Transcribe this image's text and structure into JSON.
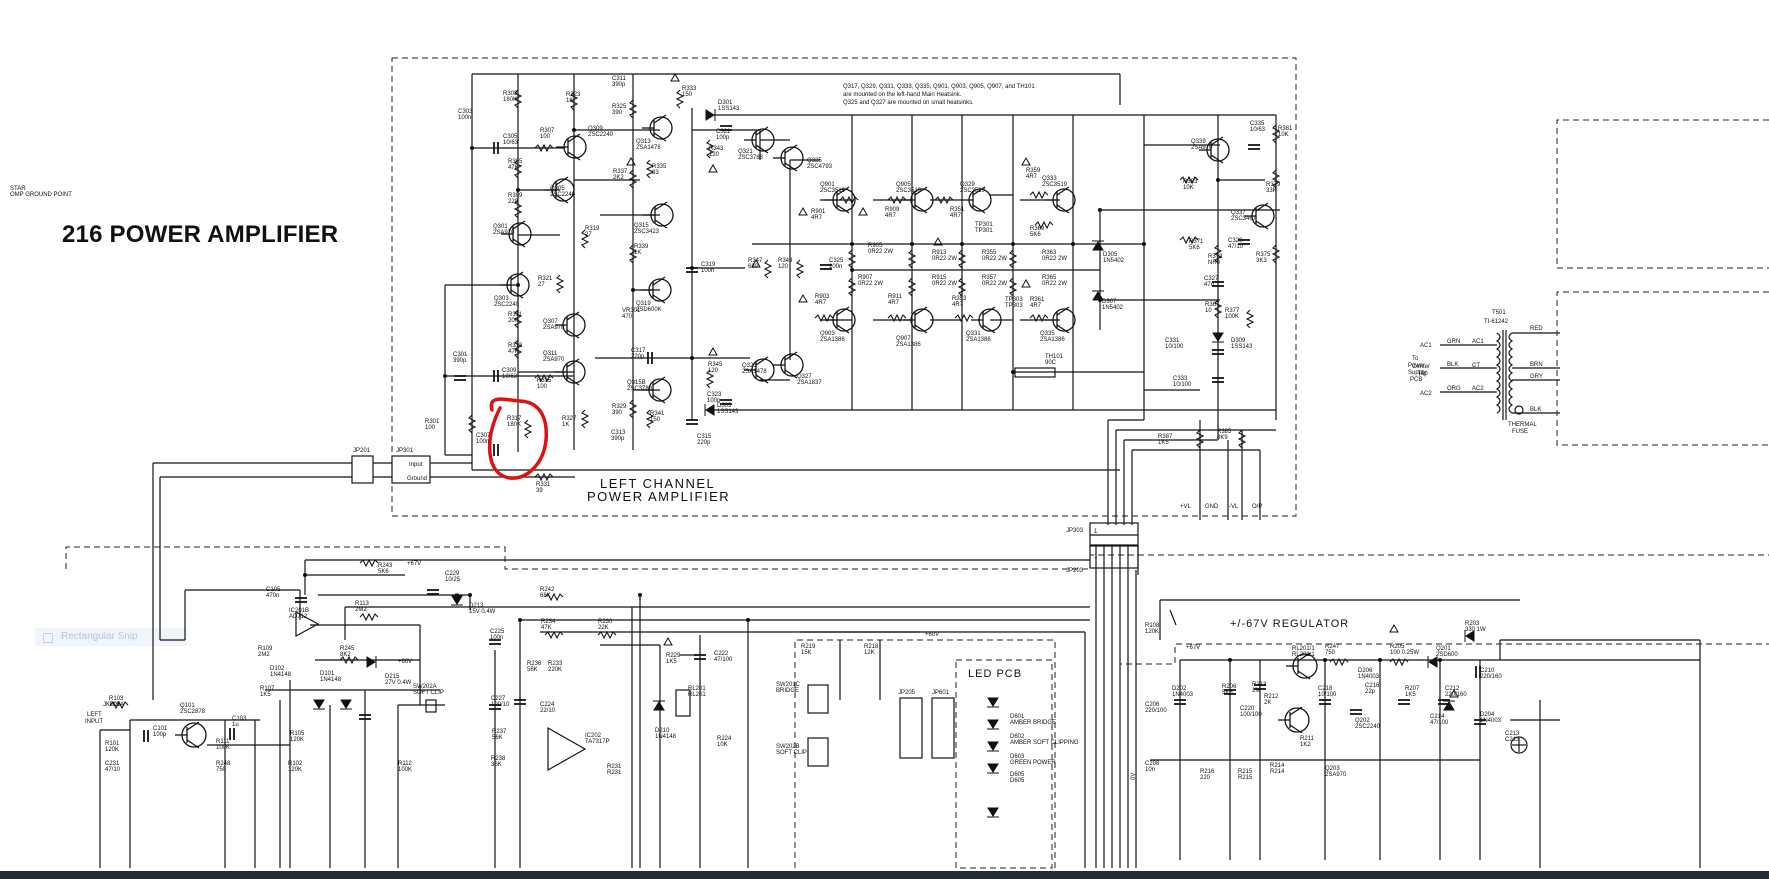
{
  "title": "216 POWER AMPLIFIER",
  "notes": {
    "line1": "Q317, Q329, Q331, Q333, Q335, Q901, Q903, Q905, Q907, and TH101",
    "line2": "are mounted on the left-hand Main Heatsink.",
    "line3": "Q325 and Q327 are mounted on small heatsinks."
  },
  "blocks": {
    "left_channel_1": "LEFT CHANNEL",
    "left_channel_2": "POWER AMPLIFIER",
    "regulator": "+/-67V REGULATOR",
    "led_pcb": "LED PCB"
  },
  "connectors": {
    "jp201": "JP201",
    "jp301": "JP301",
    "jp303": "JP303",
    "jp203": "JP203",
    "jp205": "JP205",
    "jp601": "JP601",
    "input": "Input",
    "ground": "Ground",
    "vl_pos": "+VL",
    "gnd": "GND",
    "vl_neg": "-VL",
    "op": "O/P",
    "left_input_1": "LEFT",
    "left_input_2": "INPUT",
    "jk201a": "JK201A",
    "pin1a": "1",
    "pin1b": "1"
  },
  "psu": {
    "to1": "To",
    "to2": "Power",
    "to3": "Supply",
    "to4": "PCB",
    "ac1": "AC1",
    "ac2": "AC2",
    "center1": "Center",
    "center2": "Tap",
    "ct": "CT",
    "grn": "GRN",
    "blk": "BLK",
    "org": "ORG",
    "red": "RED",
    "brn": "BRN",
    "gry": "GRY",
    "blk2": "BLK",
    "t501": "T501",
    "t501v": "TI-61242",
    "thermal1": "THERMAL",
    "thermal2": "FUSE"
  },
  "supply": {
    "p67": "+67V",
    "p60": "+60V",
    "p60b": "+60V",
    "p67b": "+67V",
    "ov": "0V"
  },
  "parts": [
    {
      "ref": "R303",
      "val": "180K"
    },
    {
      "ref": "R323",
      "val": "1K"
    },
    {
      "ref": "C311",
      "val": "390p"
    },
    {
      "ref": "R333",
      "val": "150"
    },
    {
      "ref": "R325",
      "val": "390"
    },
    {
      "ref": "C303",
      "val": "100n"
    },
    {
      "ref": "C305",
      "val": "10/63"
    },
    {
      "ref": "R307",
      "val": "100"
    },
    {
      "ref": "Q309",
      "val": "2SC2240"
    },
    {
      "ref": "Q313",
      "val": "2SA1478"
    },
    {
      "ref": "R305",
      "val": "47K"
    },
    {
      "ref": "Q305",
      "val": "2SC2240"
    },
    {
      "ref": "R309",
      "val": "220"
    },
    {
      "ref": "Q301",
      "val": "2SA970"
    },
    {
      "ref": "R319",
      "val": "27"
    },
    {
      "ref": "R335",
      "val": "33"
    },
    {
      "ref": "R337",
      "val": "2K2"
    },
    {
      "ref": "Q315",
      "val": "2SC3423"
    },
    {
      "ref": "R339",
      "val": "1K"
    },
    {
      "ref": "Q303",
      "val": "2SC2240"
    },
    {
      "ref": "R321",
      "val": "27"
    },
    {
      "ref": "Q319",
      "val": "2SD600K"
    },
    {
      "ref": "VR301",
      "val": "470"
    },
    {
      "ref": "R311",
      "val": "200"
    },
    {
      "ref": "Q307",
      "val": "2SA970"
    },
    {
      "ref": "R313",
      "val": "47K"
    },
    {
      "ref": "Q311",
      "val": "2SA970"
    },
    {
      "ref": "C317",
      "val": "220p"
    },
    {
      "ref": "C309",
      "val": "10/63"
    },
    {
      "ref": "R315",
      "val": "100"
    },
    {
      "ref": "Q315B",
      "val": "2SC3788"
    },
    {
      "ref": "C301",
      "val": "390p"
    },
    {
      "ref": "R329",
      "val": "390"
    },
    {
      "ref": "R301",
      "val": "100"
    },
    {
      "ref": "R317",
      "val": "180K"
    },
    {
      "ref": "R327",
      "val": "1K"
    },
    {
      "ref": "R341",
      "val": "150"
    },
    {
      "ref": "C313",
      "val": "390p"
    },
    {
      "ref": "C307",
      "val": "100n"
    },
    {
      "ref": "R331",
      "val": "39"
    },
    {
      "ref": "D301",
      "val": "1SS143"
    },
    {
      "ref": "C321",
      "val": "100p"
    },
    {
      "ref": "R343",
      "val": "120"
    },
    {
      "ref": "Q321",
      "val": "2SC3788"
    },
    {
      "ref": "Q325",
      "val": "2SC4793"
    },
    {
      "ref": "C319",
      "val": "100n"
    },
    {
      "ref": "R345",
      "val": "120"
    },
    {
      "ref": "C323",
      "val": "100p"
    },
    {
      "ref": "D303",
      "val": "1SS143"
    },
    {
      "ref": "C315",
      "val": "220p"
    },
    {
      "ref": "Q323",
      "val": "2SA1478"
    },
    {
      "ref": "Q327",
      "val": "2SA1837"
    },
    {
      "ref": "R347",
      "val": "680"
    },
    {
      "ref": "R349",
      "val": "120"
    },
    {
      "ref": "C325",
      "val": "100n"
    },
    {
      "ref": "Q901",
      "val": "2SC3519"
    },
    {
      "ref": "Q905",
      "val": "2SC3519"
    },
    {
      "ref": "Q329",
      "val": "2SC3519"
    },
    {
      "ref": "Q333",
      "val": "2SC3519"
    },
    {
      "ref": "R359",
      "val": "4R7"
    },
    {
      "ref": "R901",
      "val": "4R7"
    },
    {
      "ref": "R909",
      "val": "4R7"
    },
    {
      "ref": "R351",
      "val": "4R7"
    },
    {
      "ref": "TP301",
      "val": "TP301"
    },
    {
      "ref": "R905",
      "val": "0R22 2W"
    },
    {
      "ref": "R913",
      "val": "0R22 2W"
    },
    {
      "ref": "R355",
      "val": "0R22 2W"
    },
    {
      "ref": "R363",
      "val": "0R22 2W"
    },
    {
      "ref": "R369",
      "val": "5K6"
    },
    {
      "ref": "D305",
      "val": "1N5402"
    },
    {
      "ref": "R907",
      "val": "0R22 2W"
    },
    {
      "ref": "R915",
      "val": "0R22 2W"
    },
    {
      "ref": "R357",
      "val": "0R22 2W"
    },
    {
      "ref": "R365",
      "val": "0R22 2W"
    },
    {
      "ref": "D307",
      "val": "1N5402"
    },
    {
      "ref": "R903",
      "val": "4R7"
    },
    {
      "ref": "R911",
      "val": "4R7"
    },
    {
      "ref": "R353",
      "val": "4R7"
    },
    {
      "ref": "TP303",
      "val": "TP303"
    },
    {
      "ref": "R361",
      "val": "4R7"
    },
    {
      "ref": "Q903",
      "val": "2SA1386"
    },
    {
      "ref": "Q907",
      "val": "2SA1386"
    },
    {
      "ref": "Q331",
      "val": "2SA1386"
    },
    {
      "ref": "Q335",
      "val": "2SA1386"
    },
    {
      "ref": "TH101",
      "val": "90C"
    },
    {
      "ref": "C335",
      "val": "10/63"
    },
    {
      "ref": "R381",
      "val": "10K"
    },
    {
      "ref": "Q339",
      "val": "2SA970"
    },
    {
      "ref": "R383",
      "val": "10K"
    },
    {
      "ref": "R379",
      "val": "33K"
    },
    {
      "ref": "Q337",
      "val": "2SC3467"
    },
    {
      "ref": "R371",
      "val": "5K6"
    },
    {
      "ref": "R373",
      "val": "NR0"
    },
    {
      "ref": "C329",
      "val": "47/10"
    },
    {
      "ref": "R375",
      "val": "3K3"
    },
    {
      "ref": "C327",
      "val": "47n"
    },
    {
      "ref": "R367",
      "val": "10"
    },
    {
      "ref": "R377",
      "val": "100K"
    },
    {
      "ref": "D309",
      "val": "1SS143"
    },
    {
      "ref": "C331",
      "val": "10/100"
    },
    {
      "ref": "C333",
      "val": "10/100"
    },
    {
      "ref": "R387",
      "val": "1K5"
    },
    {
      "ref": "R385",
      "val": "3K9"
    },
    {
      "ref": "R243",
      "val": "5K6"
    },
    {
      "ref": "C229",
      "val": "10/25"
    },
    {
      "ref": "D213",
      "val": "15V 0.4W"
    },
    {
      "ref": "C105",
      "val": "470n"
    },
    {
      "ref": "R113",
      "val": "2M2"
    },
    {
      "ref": "R242",
      "val": "68K"
    },
    {
      "ref": "R234",
      "val": "47K"
    },
    {
      "ref": "R230",
      "val": "22K"
    },
    {
      "ref": "IC201B",
      "val": "AD712"
    },
    {
      "ref": "R245",
      "val": "8K2"
    },
    {
      "ref": "D215",
      "val": "27V 0.4W"
    },
    {
      "ref": "R109",
      "val": "2M2"
    },
    {
      "ref": "D102",
      "val": "1N4148"
    },
    {
      "ref": "D101",
      "val": "1N4148"
    },
    {
      "ref": "SW202A",
      "val": "SOFT CLIP"
    },
    {
      "ref": "C225",
      "val": "100n"
    },
    {
      "ref": "R236",
      "val": "56K"
    },
    {
      "ref": "R233",
      "val": "220K"
    },
    {
      "ref": "R229",
      "val": "1K5"
    },
    {
      "ref": "C222",
      "val": "47/100"
    },
    {
      "ref": "RL201",
      "val": "RL201"
    },
    {
      "ref": "R219",
      "val": "15K"
    },
    {
      "ref": "R218",
      "val": "12K"
    },
    {
      "ref": "C227",
      "val": "100/10"
    },
    {
      "ref": "C224",
      "val": "22/10"
    },
    {
      "ref": "IC202",
      "val": "TA7317P"
    },
    {
      "ref": "D210",
      "val": "1N4148"
    },
    {
      "ref": "R224",
      "val": "10K"
    },
    {
      "ref": "R237",
      "val": "56K"
    },
    {
      "ref": "R238",
      "val": "36K"
    },
    {
      "ref": "R231",
      "val": "R231"
    },
    {
      "ref": "SW201C",
      "val": "BRIDGE"
    },
    {
      "ref": "SW202B",
      "val": "SOFT CLIP"
    },
    {
      "ref": "D601",
      "val": "AMBER BRIDGE"
    },
    {
      "ref": "D602",
      "val": "AMBER SOFT CLIPPING"
    },
    {
      "ref": "D603",
      "val": "GREEN POWER"
    },
    {
      "ref": "D605",
      "val": "D605"
    },
    {
      "ref": "R103",
      "val": "1K5"
    },
    {
      "ref": "Q101",
      "val": "2SC2878"
    },
    {
      "ref": "C101",
      "val": "100p"
    },
    {
      "ref": "C103",
      "val": "1u"
    },
    {
      "ref": "R101",
      "val": "120K"
    },
    {
      "ref": "R111",
      "val": "100K"
    },
    {
      "ref": "R107",
      "val": "1K5"
    },
    {
      "ref": "R105",
      "val": "120K"
    },
    {
      "ref": "C231",
      "val": "47/10"
    },
    {
      "ref": "R248",
      "val": "750"
    },
    {
      "ref": "R102",
      "val": "120K"
    },
    {
      "ref": "R112",
      "val": "100K"
    },
    {
      "ref": "R108",
      "val": "120K"
    },
    {
      "ref": "R247",
      "val": "750"
    },
    {
      "ref": "RL201/1",
      "val": "RL201/1"
    },
    {
      "ref": "R205",
      "val": "100 0.25W"
    },
    {
      "ref": "Q201",
      "val": "2SD600"
    },
    {
      "ref": "R203",
      "val": "330 1W"
    },
    {
      "ref": "D206",
      "val": "1N4003"
    },
    {
      "ref": "D202",
      "val": "1N4003"
    },
    {
      "ref": "R206",
      "val": "5K6"
    },
    {
      "ref": "R213",
      "val": "1M"
    },
    {
      "ref": "R212",
      "val": "2K"
    },
    {
      "ref": "C218",
      "val": "10/100"
    },
    {
      "ref": "C216",
      "val": "22p"
    },
    {
      "ref": "R207",
      "val": "1K5"
    },
    {
      "ref": "C212",
      "val": "220/160"
    },
    {
      "ref": "C210",
      "val": "220/160"
    },
    {
      "ref": "C206",
      "val": "220/100"
    },
    {
      "ref": "C220",
      "val": "100/100"
    },
    {
      "ref": "R211",
      "val": "1K2"
    },
    {
      "ref": "Q202",
      "val": "2SC2240"
    },
    {
      "ref": "C214",
      "val": "47/100"
    },
    {
      "ref": "D204",
      "val": "1N4003"
    },
    {
      "ref": "C208",
      "val": "10n"
    },
    {
      "ref": "R216",
      "val": "220"
    },
    {
      "ref": "R215",
      "val": "R215"
    },
    {
      "ref": "R214",
      "val": "R214"
    },
    {
      "ref": "Q203",
      "val": "2SA970"
    },
    {
      "ref": "C213",
      "val": "C213"
    },
    {
      "ref": "STAR",
      "val": "OMP GROUND POINT"
    }
  ],
  "snip_tool": {
    "label": "Rectangular Snip"
  },
  "annotation": {
    "color": "#e01010",
    "target": "R317"
  }
}
